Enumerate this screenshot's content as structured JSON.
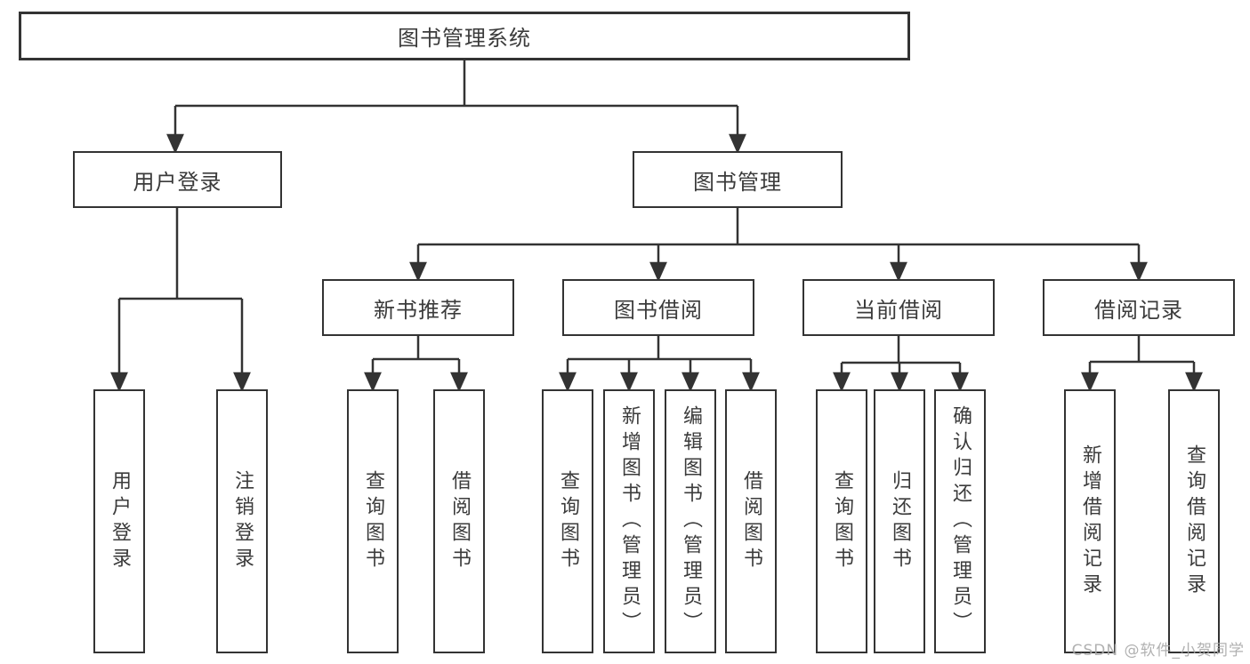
{
  "tree": {
    "root": {
      "label": "图书管理系统",
      "children": [
        {
          "label": "用户登录",
          "children": [
            {
              "label": "用户登录"
            },
            {
              "label": "注销登录"
            }
          ]
        },
        {
          "label": "图书管理",
          "children": [
            {
              "label": "新书推荐",
              "children": [
                {
                  "label": "查询图书"
                },
                {
                  "label": "借阅图书"
                }
              ]
            },
            {
              "label": "图书借阅",
              "children": [
                {
                  "label": "查询图书"
                },
                {
                  "label": "新增图书（管理员）"
                },
                {
                  "label": "编辑图书（管理员）"
                },
                {
                  "label": "借阅图书"
                }
              ]
            },
            {
              "label": "当前借阅",
              "children": [
                {
                  "label": "查询图书"
                },
                {
                  "label": "归还图书"
                },
                {
                  "label": "确认归还（管理员）"
                }
              ]
            },
            {
              "label": "借阅记录",
              "children": [
                {
                  "label": "新增借阅记录"
                },
                {
                  "label": "查询借阅记录"
                }
              ]
            }
          ]
        }
      ]
    }
  },
  "watermark": "CSDN @软件_小贺同学",
  "colors": {
    "line": "#333333",
    "text": "#3b3b3b",
    "watermark": "#a9a9a9",
    "background": "#ffffff"
  }
}
